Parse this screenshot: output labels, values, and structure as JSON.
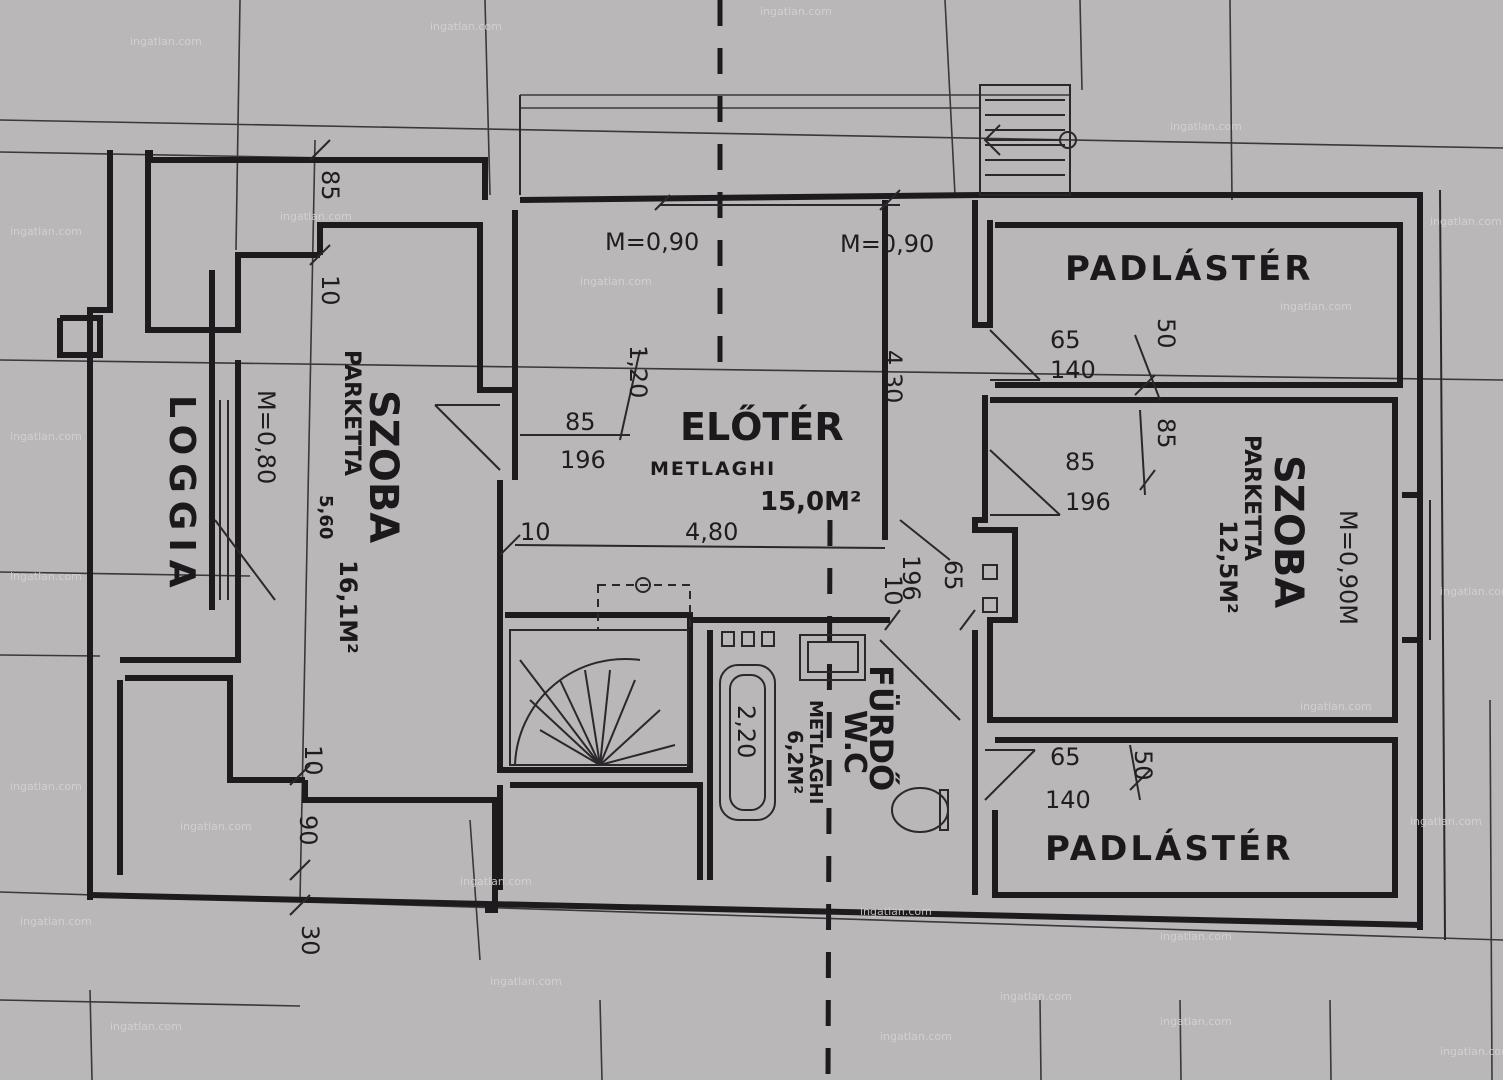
{
  "rooms": {
    "eloter": {
      "name": "ELŐTÉR",
      "floor": "METLAGHI",
      "area": "15,0M²"
    },
    "szoba_left": {
      "name": "SZOBA",
      "floor": "PARKETTA",
      "area": "16,1M²",
      "length": "5,60"
    },
    "loggia": {
      "name": "LOGGIA"
    },
    "szoba_right": {
      "name": "SZOBA",
      "floor": "PARKETTA",
      "area": "12,5M²"
    },
    "padlaster_top": {
      "name": "PADLÁSTÉR"
    },
    "padlaster_bottom": {
      "name": "PADLÁSTÉR"
    },
    "furdo": {
      "name": "FÜRDŐ",
      "wc": "W.C",
      "floor": "METLAGHI",
      "area": "6,2M²"
    }
  },
  "dimensions": {
    "m090_a": "M=0,90",
    "m090_b": "M=0,90",
    "m090_loggia": "M=0,80",
    "m090_right": "M=0,90M",
    "d85_top": "85",
    "d10_top": "10",
    "d120": "1,20",
    "d85_door": "85",
    "d196_door": "196",
    "d430": "4,30",
    "d10_mid": "10",
    "d480": "4,80",
    "d196_v": "196",
    "d10_v": "10",
    "d65_v": "65",
    "d65_top": "65",
    "d140_top": "140",
    "d50_top": "50",
    "d85_right_v": "85",
    "d85_right": "85",
    "d196_right": "196",
    "d220": "2,20",
    "d65_bot": "65",
    "d140_bot": "140",
    "d50_bot": "50",
    "d10_bottom": "10",
    "d90_bottom": "90",
    "d30_bottom": "30"
  },
  "watermark": "ingatlan.com"
}
